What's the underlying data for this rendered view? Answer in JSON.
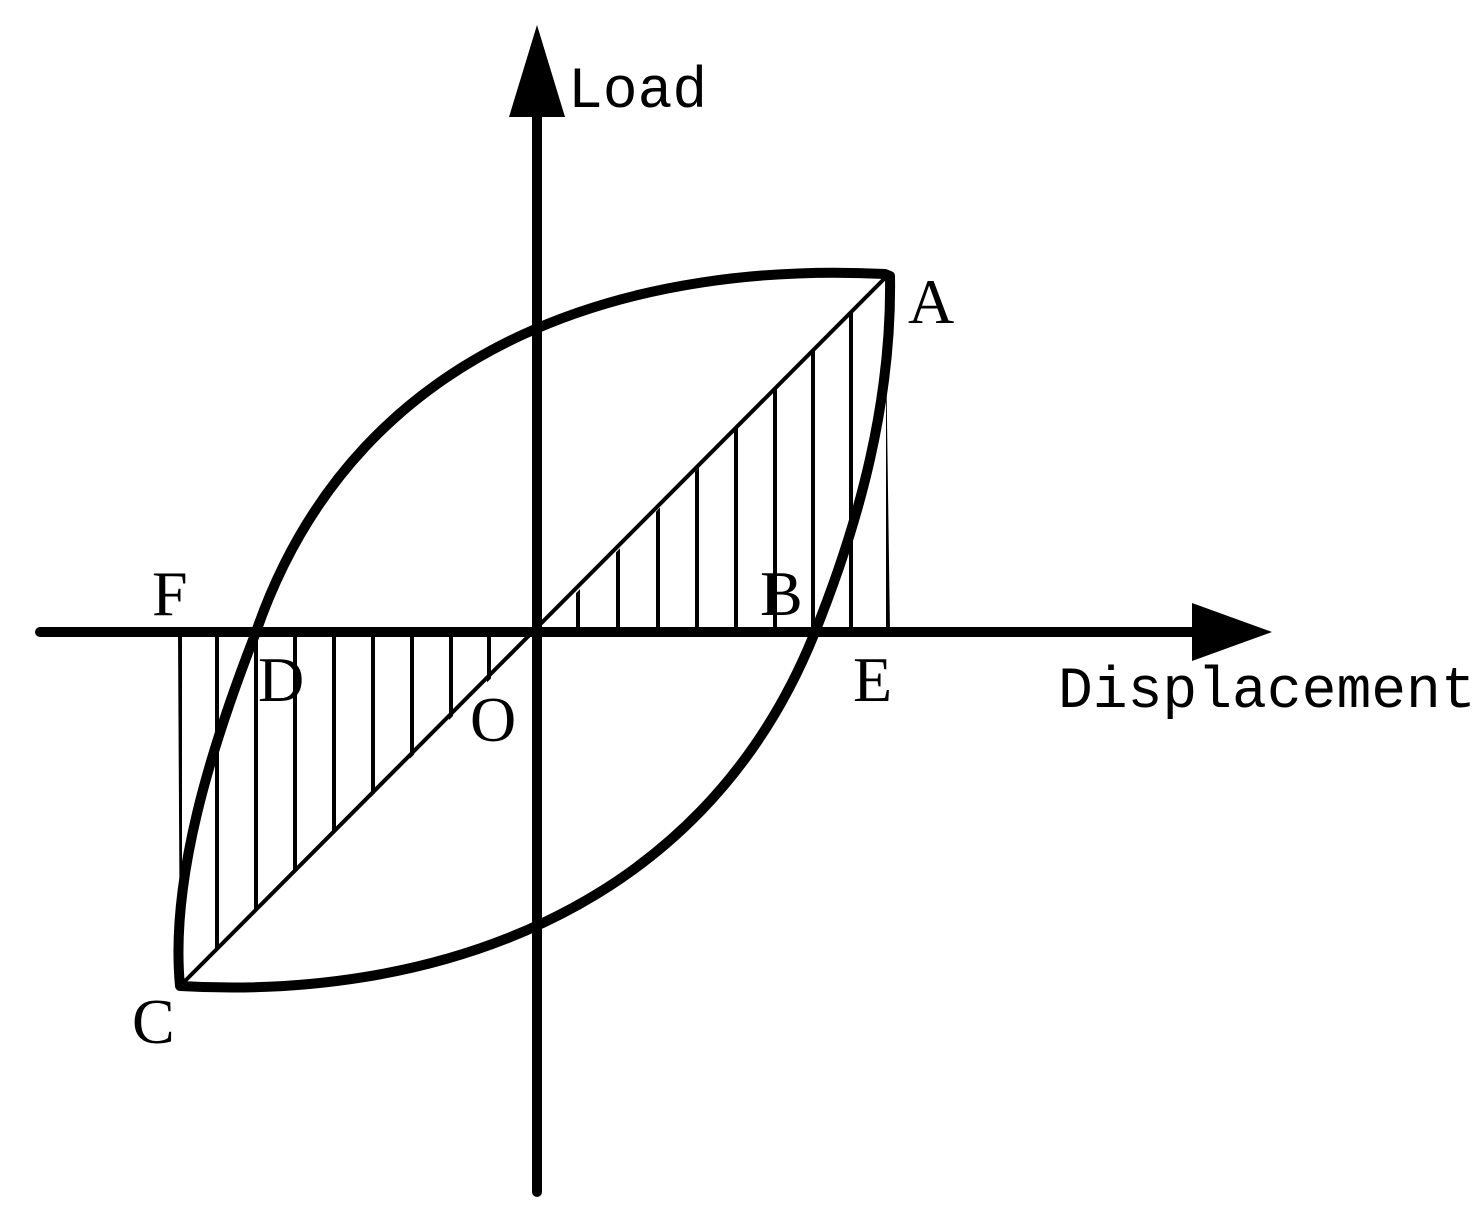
{
  "diagram": {
    "axes": {
      "y_label": "Load",
      "x_label": "Displacement"
    },
    "points": {
      "A": "A",
      "B": "B",
      "C": "C",
      "D": "D",
      "E": "E",
      "F": "F",
      "O": "O"
    },
    "colors": {
      "stroke": "#000000",
      "background": "#ffffff"
    }
  }
}
